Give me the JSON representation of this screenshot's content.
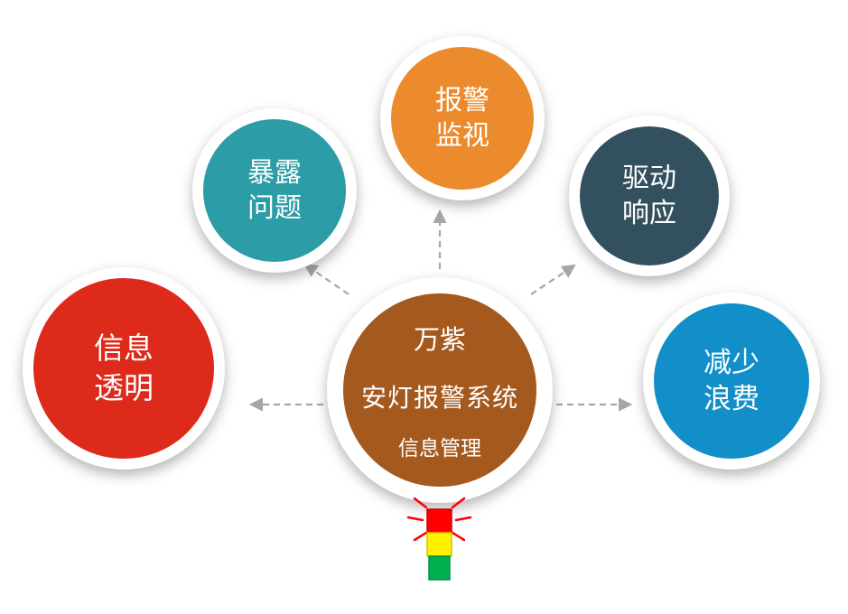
{
  "center": {
    "line1": "万紫",
    "line2": "安灯报警系统",
    "line3": "信息管理",
    "color": "#A4591E"
  },
  "satellites": [
    {
      "id": "expose-problems",
      "line1": "暴露",
      "line2": "问题",
      "color": "#2C9CA6"
    },
    {
      "id": "alarm-monitoring",
      "line1": "报警",
      "line2": "监视",
      "color": "#EC8B2D"
    },
    {
      "id": "drive-response",
      "line1": "驱动",
      "line2": "响应",
      "color": "#33505E"
    },
    {
      "id": "info-transparency",
      "line1": "信息",
      "line2": "透明",
      "color": "#DE2A1B"
    },
    {
      "id": "reduce-waste",
      "line1": "减少",
      "line2": "浪费",
      "color": "#128FC8"
    }
  ],
  "arrows": {
    "color": "#A6A6A6"
  },
  "andon_light": {
    "lamp_colors": [
      "#FF0000",
      "#FFF200",
      "#00B050"
    ],
    "ray_color": "#FF0000"
  }
}
